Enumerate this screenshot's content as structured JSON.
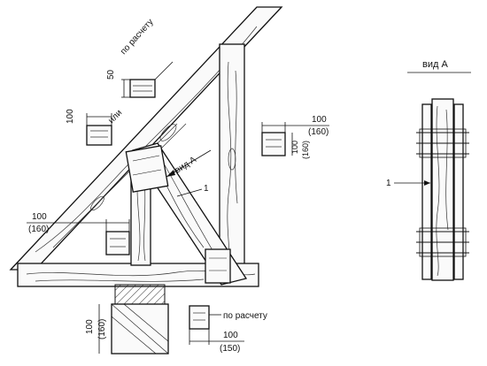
{
  "labels": {
    "view_a_title": "вид А",
    "view_a_marker": "вид А",
    "po_raschetu_top": "по расчету",
    "po_raschetu_bottom": "по расчету",
    "ili": "или",
    "dim_50": "50",
    "dim_100_topleft": "100",
    "dim_100_right": "100",
    "dim_160_right_paren": "(160)",
    "dim_100_right_v": "100",
    "dim_160_right_v_paren": "(160)",
    "dim_100_left": "100",
    "dim_160_left_paren": "(160)",
    "dim_100_bottom_v": "100",
    "dim_160_bottom_v_paren": "(160)",
    "dim_100_bottom_h": "100",
    "dim_150_bottom_paren": "(150)",
    "callout_1_main": "1",
    "callout_1_view": "1"
  },
  "colors": {
    "ink": "#111111",
    "paper": "#ffffff"
  }
}
